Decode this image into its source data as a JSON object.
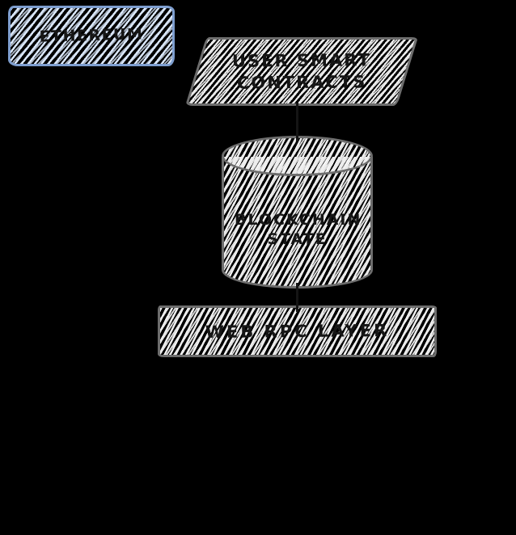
{
  "canvas": {
    "background_color": "#000000"
  },
  "diagram": {
    "nodes": [
      {
        "id": "ethereum",
        "shape": "rectangle",
        "label": "ETHEREUM",
        "stroke_color": "#7e9ecf",
        "hatch_color": "#d9e6f9",
        "text_color": "#161616",
        "fill_style": "hachure"
      },
      {
        "id": "user-smart-contracts",
        "shape": "parallelogram",
        "label": "USER SMART CONTRACTS",
        "stroke_color": "#6d6d6d",
        "hatch_color": "#ededed",
        "text_color": "#161616",
        "fill_style": "hachure"
      },
      {
        "id": "blockchain-state",
        "shape": "cylinder",
        "label": "BLOCKCHAIN STATE",
        "stroke_color": "#6d6d6d",
        "hatch_color": "#ededed",
        "text_color": "#161616",
        "fill_style": "hachure"
      },
      {
        "id": "web-rpc-layer",
        "shape": "rectangle",
        "label": "WEB RPC LAYER",
        "stroke_color": "#6d6d6d",
        "hatch_color": "#ededed",
        "text_color": "#161616",
        "fill_style": "hachure"
      }
    ],
    "connectors": [
      {
        "from": "user-smart-contracts",
        "to": "blockchain-state",
        "color": "#151515"
      },
      {
        "from": "blockchain-state",
        "to": "web-rpc-layer",
        "color": "#151515"
      }
    ]
  }
}
